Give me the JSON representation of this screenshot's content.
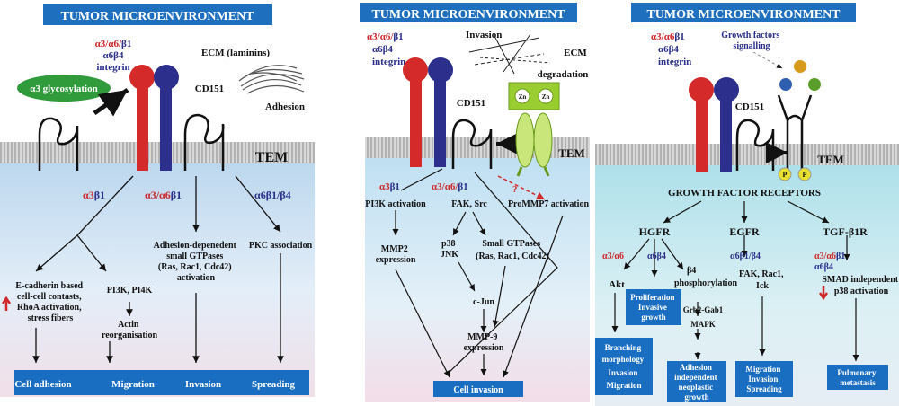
{
  "panel1": {
    "title": "TUMOR MICROENVIRONMENT",
    "integrin_line1a": "α3/α6/",
    "integrin_line1b": "β1",
    "integrin_line2": "α6β4",
    "integrin_line3": "integrin",
    "glyco": "α3 glycosylation",
    "ecm": "ECM (laminins)",
    "cd151": "CD151",
    "adhesion": "Adhesion",
    "tem": "TEM",
    "a3b1_a": "α3",
    "a3b1_b": "β1",
    "a3a6b1_a": "α3/α6",
    "a3a6b1_b": "β1",
    "a6b1b4_a": "α6β1/",
    "a6b1b4_b": "β4",
    "ecad": [
      "E-cadherin based",
      "cell-cell contasts,",
      "RhoA activation,",
      "stress fibers"
    ],
    "pi3k": "PI3K, PI4K",
    "actin": [
      "Actin",
      "reorganisation"
    ],
    "gtpase": [
      "Adhesion-depenedent",
      "small GTPases",
      "(Ras, Rac1, Cdc42)",
      "activation"
    ],
    "pkc": "PKC association",
    "outcomes": [
      "Cell adhesion",
      "Migration",
      "Invasion",
      "Spreading"
    ]
  },
  "panel2": {
    "title": "TUMOR MICROENVIRONMENT",
    "integrin_line1a": "α3/α6/",
    "integrin_line1b": "β1",
    "integrin_line2": "α6β4",
    "integrin_line3": "integrin",
    "invasion": "Invasion",
    "ecm": "ECM",
    "degradation": "degradation",
    "cd151": "CD151",
    "zn": "Zn",
    "tem": "TEM",
    "q": "?",
    "a3b1_a": "α3",
    "a3b1_b": "β1",
    "a3a6b1_a": "α3/α6/",
    "a3a6b1_b": "β1",
    "pi3k": "PI3K activation",
    "fak": "FAK, Src",
    "prommp": "ProMMP7 activation",
    "mmp2": [
      "MMP2",
      "expression"
    ],
    "p38": [
      "p38",
      "JNK"
    ],
    "gtpase": [
      "Small GTPases",
      "(Ras, Rac1, Cdc42)"
    ],
    "cjun": "c-Jun",
    "mmp9": [
      "MMP-9",
      "expression"
    ],
    "outcome": "Cell invasion"
  },
  "panel3": {
    "title": "TUMOR MICROENVIRONMENT",
    "integrin_line1a": "α3/α6",
    "integrin_line1b": "β1",
    "integrin_line2": "α6β4",
    "integrin_line3": "integrin",
    "gf": [
      "Growth factors",
      "signalling"
    ],
    "cd151": "CD151",
    "p": "P",
    "tem": "TEM",
    "gfr": "GROWTH FACTOR RECEPTORS",
    "hgfr": "HGFR",
    "egfr": "EGFR",
    "tgf": "TGF-β1R",
    "a3a6": "α3/α6",
    "a6b4": "α6β4",
    "b4": "β4",
    "phos": "phosphorylation",
    "akt": "Akt",
    "prolif": [
      "Proliferation",
      "Invasive",
      "growth"
    ],
    "grb2": "Grb2-Gab1",
    "mapk": "MAPK",
    "egfr_int_a": "α6β1/",
    "egfr_int_b": "β4",
    "fak": [
      "FAK, Rac1,",
      "Ick"
    ],
    "tgf_int1a": "α3/α6",
    "tgf_int1b": "β1",
    "tgf_int2": "α6β4",
    "smad": [
      "SMAD independent",
      "p38 activation"
    ],
    "box_branch": [
      "Branching",
      "morphology",
      "Invasion",
      "Migration"
    ],
    "box_adh": [
      "Adhesion",
      "independent",
      "neoplastic",
      "growth"
    ],
    "box_mig": [
      "Migration",
      "Invasion",
      "Spreading"
    ],
    "box_pulm": [
      "Pulmonary",
      "metastasis"
    ]
  },
  "colors": {
    "title_bg": "#1f6fbf",
    "integrin_red": "#d42a2a",
    "integrin_blue": "#2c2f8c",
    "box_blue": "#1a6ec1",
    "label_blue": "#2a2f8a",
    "label_red": "#d0282a",
    "glyco_green": "#2f9b3a",
    "mmp_green": "#9acd32"
  }
}
